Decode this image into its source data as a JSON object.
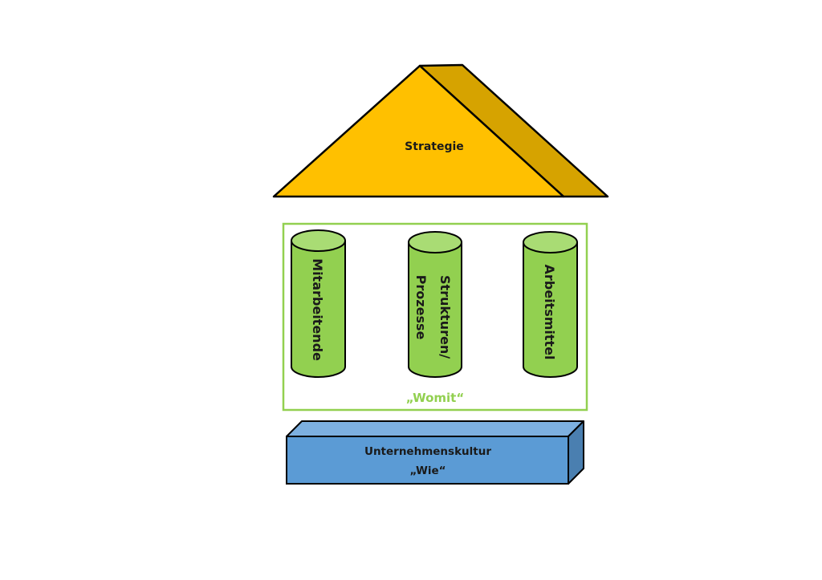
{
  "roof": {
    "label": "Strategie",
    "color_front": "#FFC000",
    "color_side": "#D6A300"
  },
  "frame": {
    "label": "„Womit“",
    "color": "#92D050"
  },
  "pillars": [
    {
      "lines": [
        "Mitarbeitende"
      ]
    },
    {
      "lines": [
        "Strukturen/",
        "Prozesse"
      ]
    },
    {
      "lines": [
        "Arbeitsmittel"
      ]
    }
  ],
  "pillar_colors": {
    "body": "#92D050",
    "top": "#A9DC74"
  },
  "foundation": {
    "line1": "Unternehmenskultur",
    "line2": "„Wie“",
    "color_front": "#5B9BD5",
    "color_top": "#7DB0E0",
    "color_side": "#4A7FB0"
  }
}
